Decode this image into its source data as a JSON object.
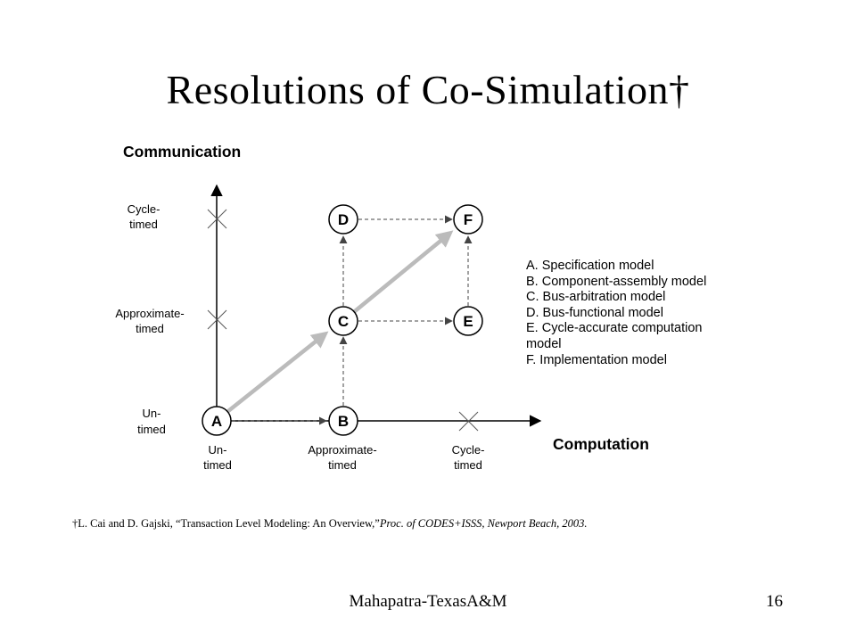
{
  "slide": {
    "title": "Resolutions of Co-Simulation†"
  },
  "axes": {
    "y_axis_title": "Communication",
    "x_axis_title": "Computation",
    "y_ticks": [
      {
        "line1": "Un-",
        "line2": "timed"
      },
      {
        "line1": "Approximate-",
        "line2": "timed"
      },
      {
        "line1": "Cycle-",
        "line2": "timed"
      }
    ],
    "x_ticks": [
      {
        "line1": "Un-",
        "line2": "timed"
      },
      {
        "line1": "Approximate-",
        "line2": "timed"
      },
      {
        "line1": "Cycle-",
        "line2": "timed"
      }
    ]
  },
  "nodes": {
    "A": "A",
    "B": "B",
    "C": "C",
    "D": "D",
    "E": "E",
    "F": "F"
  },
  "legend": [
    "A. Specification model",
    "B. Component-assembly model",
    "C. Bus-arbitration model",
    "D. Bus-functional model",
    "E. Cycle-accurate computation",
    "model",
    "F. Implementation model"
  ],
  "footnote": {
    "authors": "†L. Cai and D. Gajski, ",
    "title": "“Transaction Level Modeling: An Overview,”",
    "venue": "Proc. of CODES+ISSS, Newport Beach, 2003."
  },
  "footer": {
    "author": "Mahapatra-TexasA&M",
    "page": "16"
  },
  "colors": {
    "axis": "#000000",
    "dashed_edge": "#444444",
    "diagonal_arrow": "#bbbbbb",
    "node_fill": "#ffffff"
  }
}
